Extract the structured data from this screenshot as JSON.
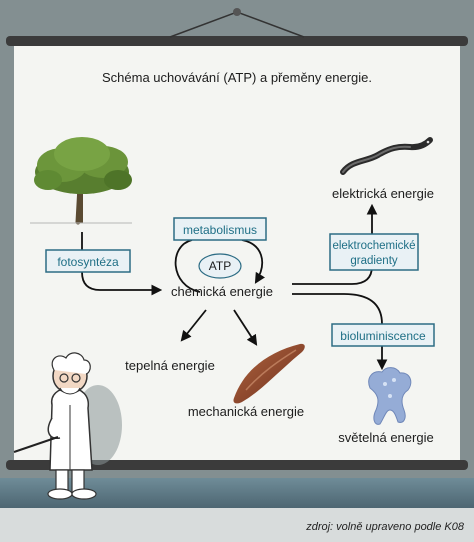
{
  "title": "Schéma uchovávání (ATP) a přeměny energie.",
  "nodes": {
    "chemical": "chemická energie",
    "atp": "ATP",
    "electrical": "elektrická energie",
    "thermal": "tepelná energie",
    "mechanical": "mechanická energie",
    "light": "světelná energie"
  },
  "processes": {
    "photosynthesis": "fotosyntéza",
    "metabolism": "metabolismus",
    "electrochemical_line1": "elektrochemické",
    "electrochemical_line2": "gradienty",
    "bioluminescence": "bioluminiscence"
  },
  "source": "zdroj: volně upraveno podle K08",
  "colors": {
    "background": "#7f8d8f",
    "board": "#f4f5f2",
    "label_box_bg": "#e9f1f5",
    "label_box_border": "#2c6c84",
    "label_text": "#1f6f86",
    "arrow": "#111111",
    "rail": "#3d3d3d",
    "floor": "#5c7784"
  },
  "icons": [
    "tree-icon",
    "eel-icon",
    "muscle-icon",
    "jellyfish-icon",
    "professor-icon"
  ]
}
